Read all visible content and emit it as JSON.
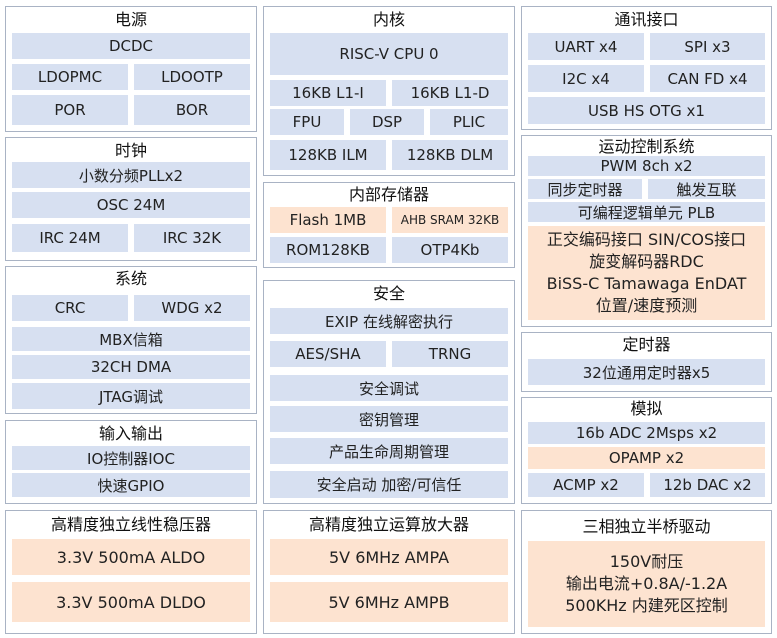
{
  "power": {
    "title": "电源",
    "dcdc": "DCDC",
    "ldopmc": "LDOPMC",
    "ldootp": "LDOOTP",
    "por": "POR",
    "bor": "BOR"
  },
  "core": {
    "title": "内核",
    "cpu": "RISC-V CPU 0",
    "l1i": "16KB L1-I",
    "l1d": "16KB L1-D",
    "fpu": "FPU",
    "dsp": "DSP",
    "plic": "PLIC",
    "ilm": "128KB ILM",
    "dlm": "128KB DLM"
  },
  "comm": {
    "title": "通讯接口",
    "uart": "UART x4",
    "spi": "SPI x3",
    "i2c": "I2C x4",
    "can": "CAN FD x4",
    "usb": "USB HS OTG x1"
  },
  "clock": {
    "title": "时钟",
    "pll": "小数分频PLLx2",
    "osc": "OSC 24M",
    "irc24": "IRC 24M",
    "irc32": "IRC 32K"
  },
  "memory": {
    "title": "内部存储器",
    "flash": "Flash 1MB",
    "sram": "AHB SRAM 32KB",
    "rom": "ROM128KB",
    "otp": "OTP4Kb"
  },
  "motion": {
    "title": "运动控制系统",
    "pwm": "PWM 8ch x2",
    "sync_timer": "同步定时器",
    "trigger": "触发互联",
    "plb": "可编程逻辑单元 PLB",
    "enc_lines": [
      "正交编码接口 SIN/COS接口",
      "旋变解码器RDC",
      "BiSS-C Tamawaga EnDAT",
      "位置/速度预测"
    ]
  },
  "system": {
    "title": "系统",
    "crc": "CRC",
    "wdg": "WDG x2",
    "mbx": "MBX信箱",
    "dma": "32CH DMA",
    "jtag": "JTAG调试"
  },
  "security": {
    "title": "安全",
    "exip": "EXIP 在线解密执行",
    "aes": "AES/SHA",
    "trng": "TRNG",
    "debug": "安全调试",
    "key": "密钥管理",
    "lifecycle": "产品生命周期管理",
    "boot": "安全启动 加密/可信任"
  },
  "timer": {
    "title": "定时器",
    "gpt": "32位通用定时器x5"
  },
  "io": {
    "title": "输入输出",
    "ioc": "IO控制器IOC",
    "gpio": "快速GPIO"
  },
  "analog": {
    "title": "模拟",
    "adc": "16b ADC 2Msps x2",
    "opamp": "OPAMP x2",
    "acmp": "ACMP x2",
    "dac": "12b DAC x2"
  },
  "ldo": {
    "title": "高精度独立线性稳压器",
    "aldo": "3.3V 500mA ALDO",
    "dldo": "3.3V 500mA DLDO"
  },
  "amp": {
    "title": "高精度独立运算放大器",
    "ampa": "5V 6MHz AMPA",
    "ampb": "5V 6MHz AMPB"
  },
  "bridge": {
    "title": "三相独立半桥驱动",
    "lines": [
      "150V耐压",
      "输出电流+0.8A/-1.2A",
      "500KHz 内建死区控制"
    ]
  },
  "colors": {
    "cell_blue": "#d7e0f1",
    "cell_orange": "#fde3d0",
    "border": "#a9b3c4"
  }
}
